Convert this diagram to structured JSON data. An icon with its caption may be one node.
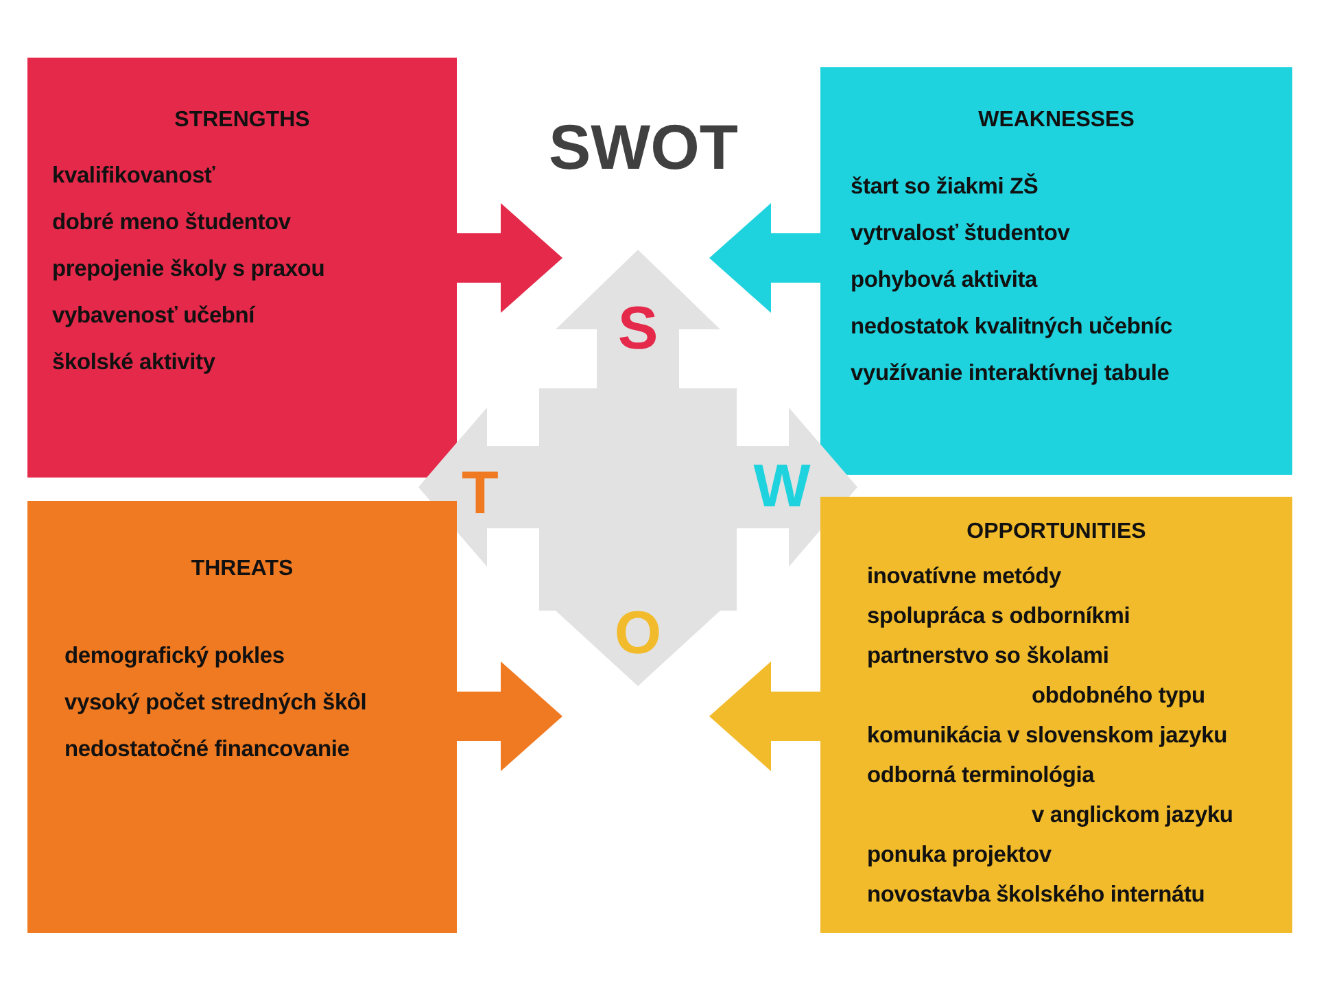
{
  "diagram": {
    "title": "SWOT",
    "nodes": [
      {
        "text": [
          "STRENGTHS",
          "kvalifikovanosť",
          "dobré meno študentov",
          "prepojenie školy s praxou",
          "vybavenosť učební",
          "školské aktivity"
        ]
      },
      {
        "text": [
          "WEAKNESSES",
          "štart so žiakmi ZŠ",
          "vytrvalosť študentov",
          "pohybová aktivita",
          "nedostatok kvalitných učebníc",
          "využívanie interaktívnej tabule"
        ]
      },
      {
        "text": [
          "S",
          "T",
          "W",
          "O"
        ]
      },
      {
        "text": [
          "THREATS",
          "demografický pokles",
          "vysoký počet stredných škôl",
          "nedostatočné financovanie"
        ]
      },
      {
        "text": [
          "OPPORTUNITIES",
          "inovatívne metódy",
          "spolupráca s odborníkmi",
          "partnerstvo so školami obdobného typu",
          "komunikácia v slovenskom jazyku",
          "odborná terminológia v anglickom jazyku",
          "ponuka projektov",
          "novostavba školského internátu"
        ]
      }
    ],
    "edges": [
      {
        "from": 0,
        "to": 2,
        "arrow": "to",
        "color": "#e5294a"
      },
      {
        "from": 1,
        "to": 2,
        "arrow": "to",
        "color": "#1fd3de"
      },
      {
        "from": 3,
        "to": 2,
        "arrow": "to",
        "color": "#f07a22"
      },
      {
        "from": 4,
        "to": 2,
        "arrow": "to",
        "color": "#f2bb2c"
      }
    ]
  }
}
